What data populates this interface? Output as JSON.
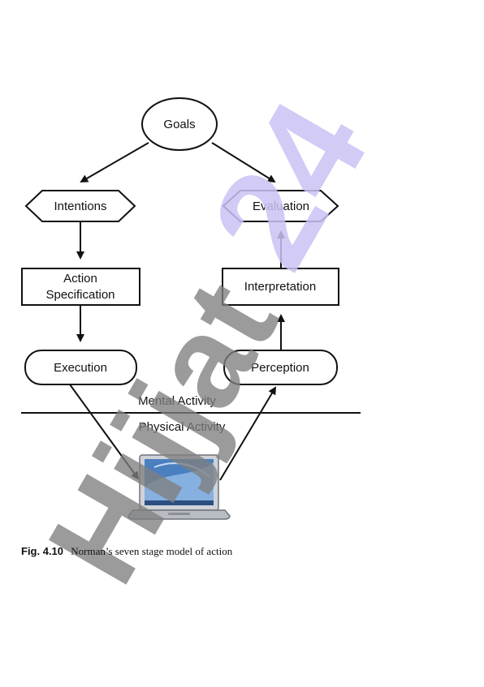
{
  "diagram": {
    "nodes": {
      "goals": "Goals",
      "intentions": "Intentions",
      "action_specification": [
        "Action",
        "Specification"
      ],
      "execution": "Execution",
      "evaluation": "Evaluation",
      "interpretation": "Interpretation",
      "perception": "Perception"
    },
    "zones": {
      "mental": "Mental Activity",
      "physical": "Physical Activity"
    }
  },
  "caption": {
    "figure_number": "Fig. 4.10",
    "text": "Norman’s seven stage model of action"
  },
  "watermark": {
    "left": "Hijjat",
    "right": "24"
  },
  "colors": {
    "stroke": "#111111",
    "watermark_gray": "#7f7f7f",
    "watermark_violet": "#c9c2f5"
  }
}
